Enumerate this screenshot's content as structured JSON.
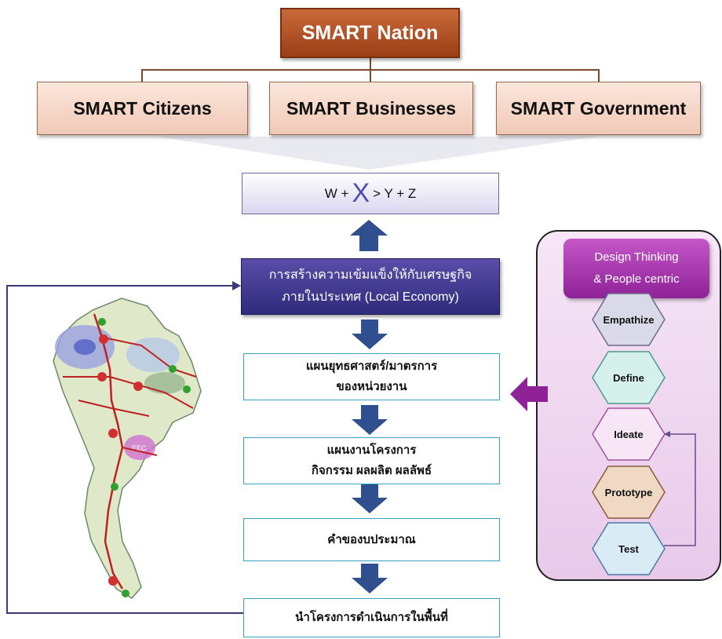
{
  "top": {
    "title": "SMART Nation"
  },
  "pillars": [
    "SMART Citizens",
    "SMART Businesses",
    "SMART Government"
  ],
  "equation": {
    "left": "W +",
    "x": "X",
    "right": "> Y + Z"
  },
  "local_economy": {
    "line1": "การสร้างความเข้มแข็งให้กับเศรษฐกิจ",
    "line2": "ภายในประเทศ (Local Economy)"
  },
  "flow": {
    "strategy": {
      "line1": "แผนยุทธศาสตร์/มาตรการ",
      "line2": "ของหน่วยงาน"
    },
    "project": {
      "line1": "แผนงานโครงการ",
      "line2": "กิจกรรม ผลผลิต ผลลัพธ์"
    },
    "budget": "คำของบประมาณ",
    "implement": "นำโครงการดำเนินการในพื้นที่"
  },
  "design_thinking": {
    "title1": "Design Thinking",
    "title2": "& People centric",
    "stages": [
      "Empathize",
      "Define",
      "Ideate",
      "Prototype",
      "Test"
    ]
  },
  "map": {
    "eec_label": "EEC"
  },
  "colors": {
    "top_box": "#9a3f16",
    "tier2": "#f0c9b6",
    "arrow_blue": "#2f4f8f",
    "purple": "#2f2b7c",
    "magenta": "#8e2296",
    "hex_empathize": "#d9d9ea",
    "hex_define": "#d6f0ec",
    "hex_ideate": "#f6e6f6",
    "hex_prototype": "#efd9c5",
    "hex_test": "#d9ecf6"
  }
}
